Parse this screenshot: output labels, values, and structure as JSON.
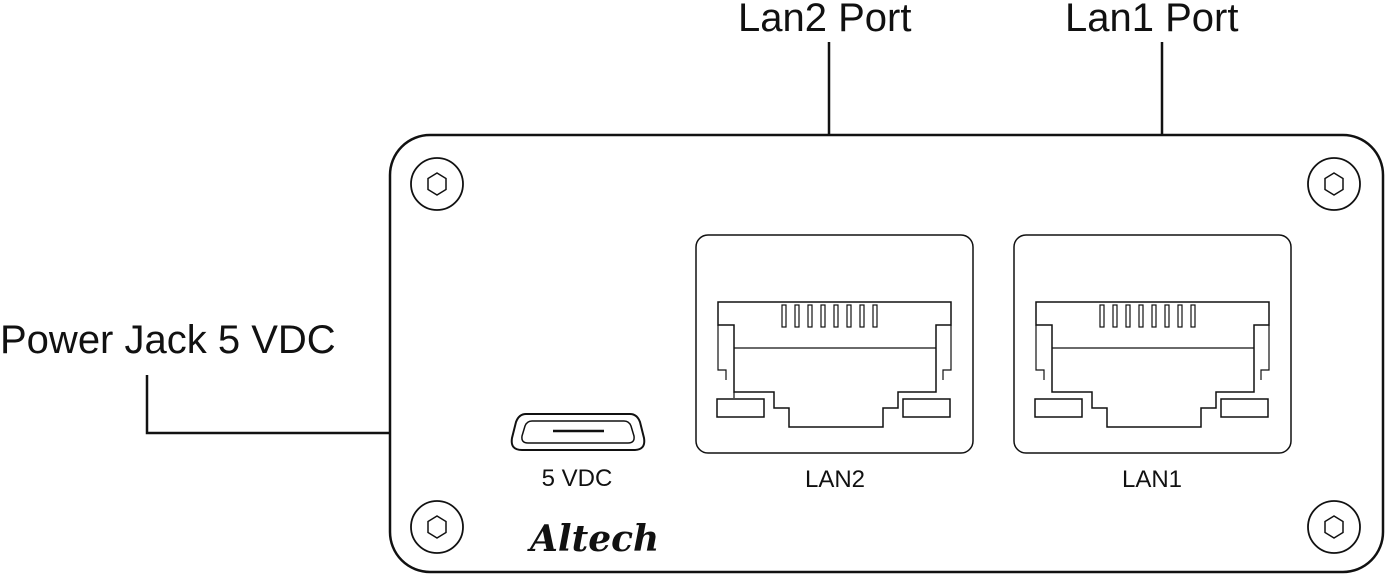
{
  "callouts": {
    "lan2": "Lan2 Port",
    "lan1": "Lan1 Port",
    "power": "Power Jack 5 VDC"
  },
  "panel": {
    "power_label": "5 VDC",
    "lan2_label": "LAN2",
    "lan1_label": "LAN1",
    "brand": "Altech"
  }
}
